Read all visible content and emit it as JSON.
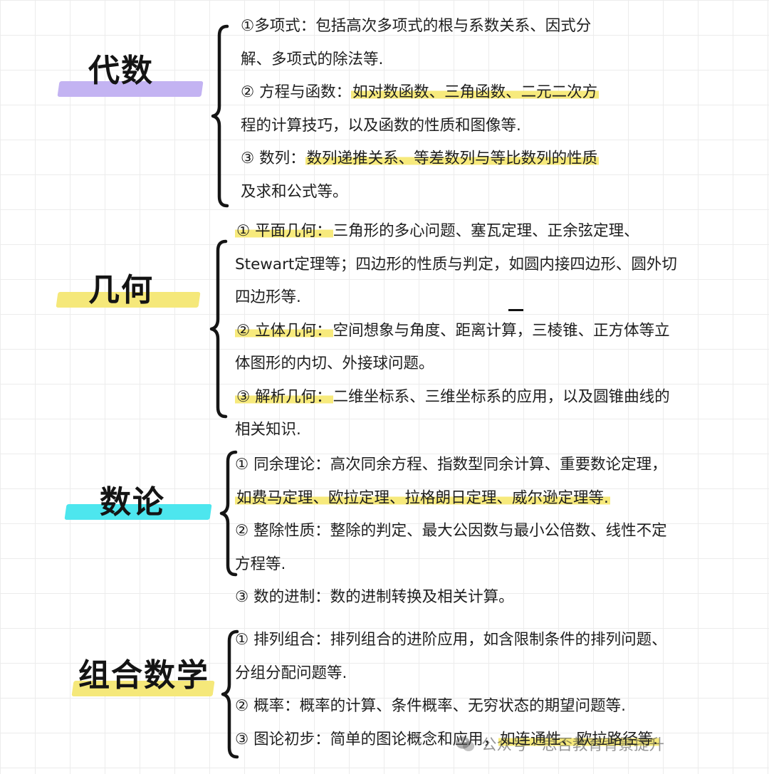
{
  "sections": [
    {
      "title": "代数",
      "title_color": "#c3b3f2",
      "items": [
        [
          {
            "t": "①多项式：包括高次多项式的根与系数关系、因式分"
          }
        ],
        [
          {
            "t": "解、多项式的除法等."
          }
        ],
        [
          {
            "t": "② 方程与函数："
          },
          {
            "t": "如对数函数、三角函数、二元二次方",
            "hl": true
          }
        ],
        [
          {
            "t": "程的计算技巧，以及函数的性质和图像等."
          }
        ],
        [
          {
            "t": "③ 数列："
          },
          {
            "t": "数列递推关系、等差数列与等比数列的性质",
            "hl": true
          }
        ],
        [
          {
            "t": "及求和公式等。"
          }
        ]
      ]
    },
    {
      "title": "几何",
      "title_color": "#f5e87a",
      "items": [
        [
          {
            "t": "① 平面几何：",
            "hl": true
          },
          {
            "t": "三角形的多心问题、塞瓦定理、正余弦定理、"
          }
        ],
        [
          {
            "t": "Stewart定理等；四边形的性质与判定，如圆内接四边形、圆外切"
          }
        ],
        [
          {
            "t": "四边形等."
          }
        ],
        [
          {
            "t": "② 立体几何：",
            "hl": true
          },
          {
            "t": "空间想象与角度、距离计算，三棱锥、正方体等立"
          }
        ],
        [
          {
            "t": "体图形的内切、外接球问题。"
          }
        ],
        [
          {
            "t": "③ 解析几何：",
            "hl": true
          },
          {
            "t": "二维坐标系、三维坐标系的应用，以及圆锥曲线的"
          }
        ],
        [
          {
            "t": "相关知识."
          }
        ]
      ]
    },
    {
      "title": "数论",
      "title_color": "#4de6ee",
      "items": [
        [
          {
            "t": "① 同余理论：高次同余方程、指数型同余计算、重要数论定理，"
          }
        ],
        [
          {
            "t": "如费马定理、欧拉定理、拉格朗日定理、威尔逊定理等.",
            "hl": true
          }
        ],
        [
          {
            "t": "② 整除性质：整除的判定、最大公因数与最小公倍数、线性不定"
          }
        ],
        [
          {
            "t": "方程等."
          }
        ],
        [
          {
            "t": "③ 数的进制：数的进制转换及相关计算。"
          }
        ]
      ]
    },
    {
      "title": "组合数学",
      "title_color": "#f5e87a",
      "items": [
        [
          {
            "t": "① 排列组合：排列组合的进阶应用，如含限制条件的排列问题、"
          }
        ],
        [
          {
            "t": "分组分配问题等."
          }
        ],
        [
          {
            "t": "② 概率：概率的计算、条件概率、无穷状态的期望问题等."
          }
        ],
        [
          {
            "t": "③ 图论初步：简单的图论概念和应用，"
          },
          {
            "t": "如连通性、欧拉路径等.",
            "hl": true
          }
        ]
      ]
    }
  ],
  "watermark": {
    "icon": "wechat-official-account-icon",
    "text": "公众号 · 思否教育背景提升"
  }
}
